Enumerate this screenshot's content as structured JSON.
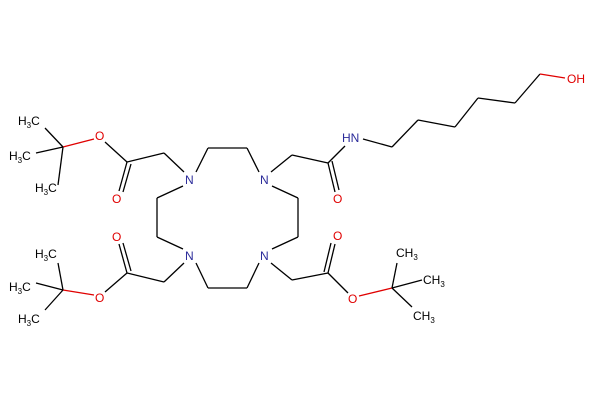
{
  "labels": {
    "nitrogen": "N",
    "amide_nh": "HN",
    "oxygen": "O",
    "hydroxyl": "OH",
    "methyl_left": {
      "main": "H",
      "sub": "3",
      "tail": "C"
    },
    "methyl_right": {
      "main": "CH",
      "sub": "3"
    }
  },
  "colors": {
    "bond": "#000000",
    "nitrogen": "#2b2b9a",
    "oxygen": "#e00000"
  }
}
